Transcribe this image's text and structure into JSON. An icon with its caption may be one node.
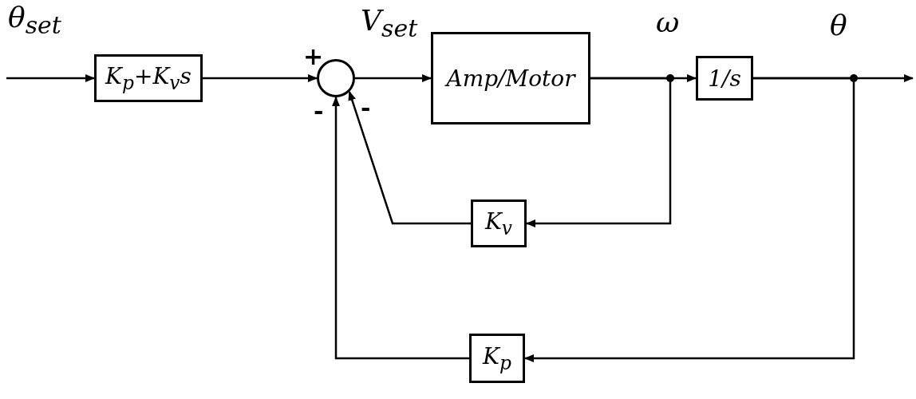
{
  "diagram": {
    "nodes": [
      {
        "text": [
          "K$_{p}$+K$_{v}$s"
        ]
      },
      {
        "text": [],
        "shape": "circle"
      },
      {
        "text": [
          "Amp/Motor"
        ]
      },
      {
        "text": [
          "1/s"
        ]
      },
      {
        "text": [
          "K$_{v}$"
        ]
      },
      {
        "text": [
          "K$_{p}$"
        ]
      }
    ],
    "edges": [
      {
        "from": null,
        "to": 0,
        "arrow": "to",
        "label": "θ$_{set}$"
      },
      {
        "from": 0,
        "to": 1,
        "arrow": "to"
      },
      {
        "from": 1,
        "to": 2,
        "arrow": "to",
        "label": "V$_{set}$"
      },
      {
        "from": 2,
        "to": 3,
        "arrow": "to",
        "label": "ω"
      },
      {
        "from": 2,
        "to": 4,
        "arrow": "to"
      },
      {
        "from": 3,
        "to": null,
        "arrow": "to",
        "label": "θ"
      },
      {
        "from": 3,
        "to": 5,
        "arrow": "to"
      },
      {
        "from": 4,
        "to": 1,
        "arrow": "to"
      },
      {
        "from": 5,
        "to": 1,
        "arrow": "to"
      }
    ],
    "labels": [
      "+",
      "-",
      "-"
    ]
  }
}
